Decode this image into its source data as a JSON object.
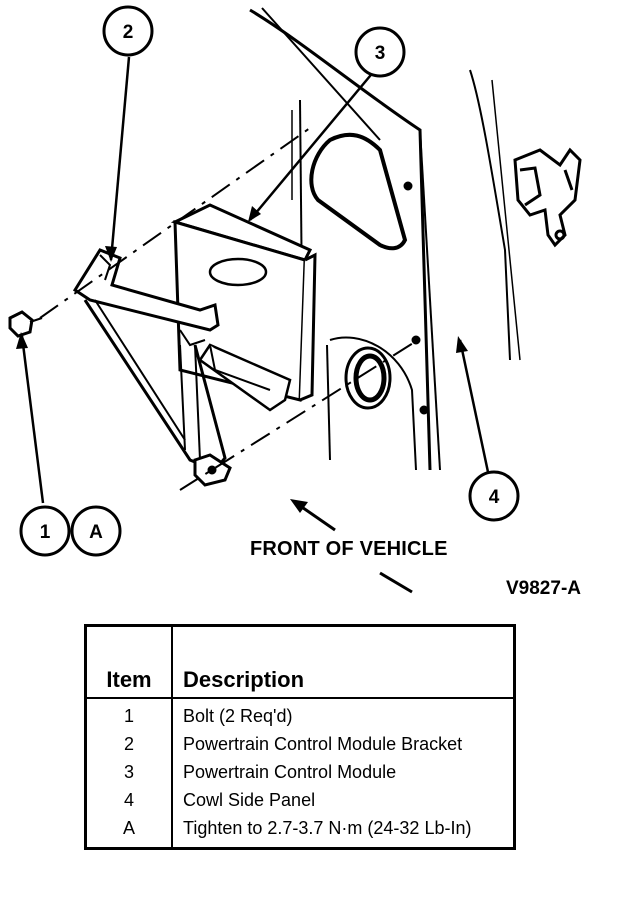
{
  "diagram": {
    "callouts": {
      "c1": "1",
      "c2": "2",
      "c3": "3",
      "c4": "4",
      "cA": "A"
    },
    "direction_label": "FRONT OF VEHICLE",
    "figure_id": "V9827-A"
  },
  "legend": {
    "headers": {
      "item": "Item",
      "description": "Description"
    },
    "rows": [
      {
        "item": "1",
        "description": "Bolt (2 Req'd)"
      },
      {
        "item": "2",
        "description": "Powertrain Control Module Bracket"
      },
      {
        "item": "3",
        "description": "Powertrain Control Module"
      },
      {
        "item": "4",
        "description": "Cowl Side Panel"
      },
      {
        "item": "A",
        "description": "Tighten to 2.7-3.7 N·m (24-32 Lb-In)"
      }
    ]
  }
}
